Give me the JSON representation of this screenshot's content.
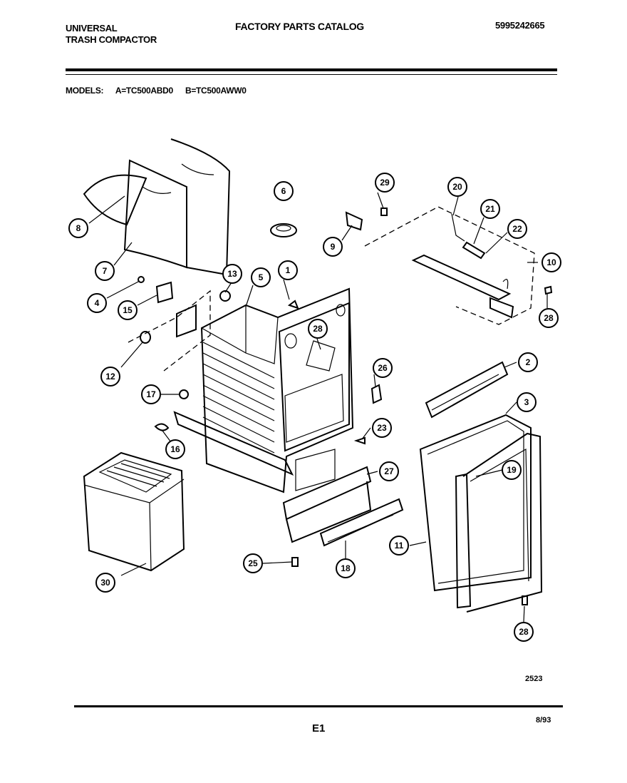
{
  "header": {
    "brand_line1": "UNIVERSAL",
    "brand_line2": "TRASH COMPACTOR",
    "catalog_title": "FACTORY PARTS CATALOG",
    "part_number": "5995242665"
  },
  "models": {
    "label": "MODELS:",
    "model_a": "A=TC500ABD0",
    "model_b": "B=TC500AWW0"
  },
  "callouts": [
    {
      "id": "c8",
      "label": "8"
    },
    {
      "id": "c7",
      "label": "7"
    },
    {
      "id": "c6",
      "label": "6"
    },
    {
      "id": "c29a",
      "label": "29"
    },
    {
      "id": "c20",
      "label": "20"
    },
    {
      "id": "c21",
      "label": "21"
    },
    {
      "id": "c22",
      "label": "22"
    },
    {
      "id": "c9",
      "label": "9"
    },
    {
      "id": "c10",
      "label": "10"
    },
    {
      "id": "c13",
      "label": "13"
    },
    {
      "id": "c5",
      "label": "5"
    },
    {
      "id": "c1",
      "label": "1"
    },
    {
      "id": "c4",
      "label": "4"
    },
    {
      "id": "c15",
      "label": "15"
    },
    {
      "id": "c28a",
      "label": "28"
    },
    {
      "id": "c28b",
      "label": "28"
    },
    {
      "id": "c12",
      "label": "12"
    },
    {
      "id": "c26",
      "label": "26"
    },
    {
      "id": "c2",
      "label": "2"
    },
    {
      "id": "c17",
      "label": "17"
    },
    {
      "id": "c3",
      "label": "3"
    },
    {
      "id": "c23",
      "label": "23"
    },
    {
      "id": "c16",
      "label": "16"
    },
    {
      "id": "c19",
      "label": "19"
    },
    {
      "id": "c27",
      "label": "27"
    },
    {
      "id": "c11",
      "label": "11"
    },
    {
      "id": "c25",
      "label": "25"
    },
    {
      "id": "c18",
      "label": "18"
    },
    {
      "id": "c30",
      "label": "30"
    },
    {
      "id": "c28c",
      "label": "28"
    }
  ],
  "footer": {
    "art_number": "2523",
    "page": "E1",
    "date": "8/93"
  }
}
